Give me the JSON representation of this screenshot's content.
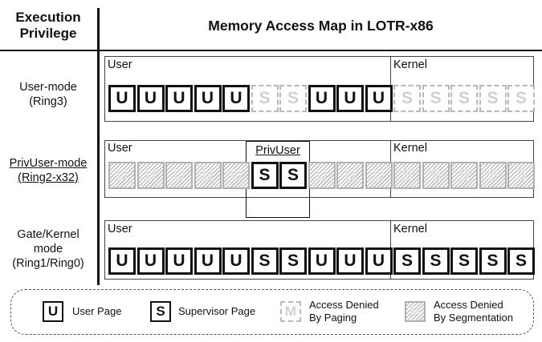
{
  "header": {
    "privilege_label": "Execution\nPrivilege",
    "title": "Memory Access Map in LOTR-x86"
  },
  "rows": [
    {
      "label_lines": [
        "User-mode",
        "(Ring3)"
      ],
      "label_underline": false,
      "user_label": "User",
      "kernel_label": "Kernel",
      "cells": [
        {
          "letter": "U",
          "state": "solid"
        },
        {
          "letter": "U",
          "state": "solid"
        },
        {
          "letter": "U",
          "state": "solid"
        },
        {
          "letter": "U",
          "state": "solid"
        },
        {
          "letter": "U",
          "state": "solid"
        },
        {
          "letter": "S",
          "state": "dash"
        },
        {
          "letter": "S",
          "state": "dash"
        },
        {
          "letter": "U",
          "state": "solid"
        },
        {
          "letter": "U",
          "state": "solid"
        },
        {
          "letter": "U",
          "state": "solid"
        },
        {
          "letter": "S",
          "state": "dash"
        },
        {
          "letter": "S",
          "state": "dash"
        },
        {
          "letter": "S",
          "state": "dash"
        },
        {
          "letter": "S",
          "state": "dash"
        },
        {
          "letter": "S",
          "state": "dash"
        }
      ]
    },
    {
      "label_lines": [
        "PrivUser-mode",
        "(Ring2-x32)"
      ],
      "label_underline": true,
      "user_label": "User",
      "kernel_label": "Kernel",
      "privuser_label": "PrivUser",
      "cells": [
        {
          "letter": "U",
          "state": "seg"
        },
        {
          "letter": "U",
          "state": "seg"
        },
        {
          "letter": "U",
          "state": "seg"
        },
        {
          "letter": "U",
          "state": "seg"
        },
        {
          "letter": "U",
          "state": "seg"
        },
        {
          "letter": "S",
          "state": "solid"
        },
        {
          "letter": "S",
          "state": "solid"
        },
        {
          "letter": "U",
          "state": "seg"
        },
        {
          "letter": "U",
          "state": "seg"
        },
        {
          "letter": "U",
          "state": "seg"
        },
        {
          "letter": "S",
          "state": "seg"
        },
        {
          "letter": "S",
          "state": "seg"
        },
        {
          "letter": "S",
          "state": "seg"
        },
        {
          "letter": "S",
          "state": "seg"
        },
        {
          "letter": "S",
          "state": "seg"
        }
      ]
    },
    {
      "label_lines": [
        "Gate/Kernel",
        "mode",
        "(Ring1/Ring0)"
      ],
      "label_underline": false,
      "user_label": "User",
      "kernel_label": "Kernel",
      "cells": [
        {
          "letter": "U",
          "state": "solid"
        },
        {
          "letter": "U",
          "state": "solid"
        },
        {
          "letter": "U",
          "state": "solid"
        },
        {
          "letter": "U",
          "state": "solid"
        },
        {
          "letter": "U",
          "state": "solid"
        },
        {
          "letter": "S",
          "state": "solid"
        },
        {
          "letter": "S",
          "state": "solid"
        },
        {
          "letter": "U",
          "state": "solid"
        },
        {
          "letter": "U",
          "state": "solid"
        },
        {
          "letter": "U",
          "state": "solid"
        },
        {
          "letter": "S",
          "state": "solid"
        },
        {
          "letter": "S",
          "state": "solid"
        },
        {
          "letter": "S",
          "state": "solid"
        },
        {
          "letter": "S",
          "state": "solid"
        },
        {
          "letter": "S",
          "state": "solid"
        }
      ]
    }
  ],
  "legend": [
    {
      "letter": "U",
      "state": "solid",
      "text": "User Page"
    },
    {
      "letter": "S",
      "state": "solid",
      "text": "Supervisor Page"
    },
    {
      "letter": "M",
      "state": "dash",
      "text": "Access Denied\nBy Paging"
    },
    {
      "letter": "M",
      "state": "seg",
      "text": "Access Denied\nBy Segmentation"
    }
  ]
}
